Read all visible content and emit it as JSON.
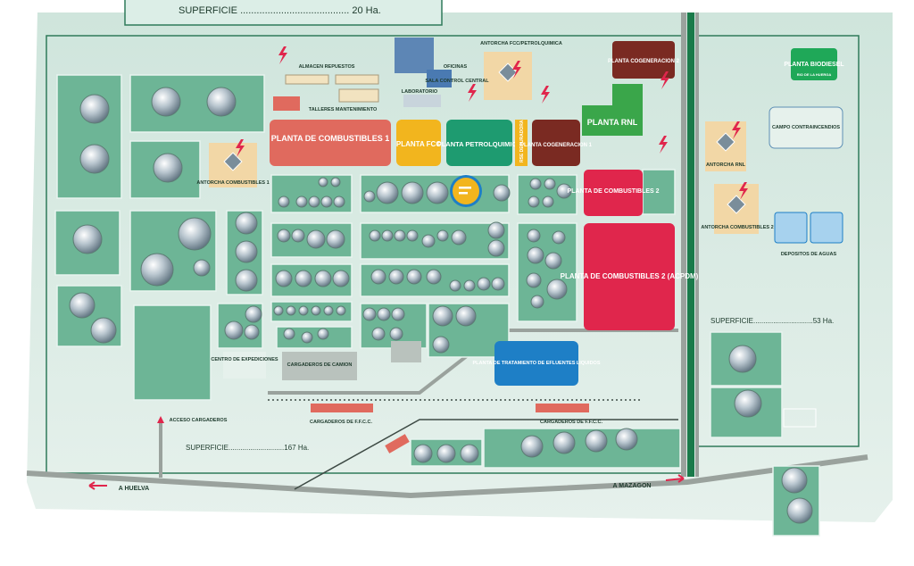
{
  "header": {
    "top_superficie": "SUPERFICIE ........................................ 20 Ha."
  },
  "colors": {
    "map_ground": "#cfe5dc",
    "tank_area": "#6db596",
    "road": "#8d948f",
    "railway": "#3d4a44",
    "fuel_plant_1": "#e06a5e",
    "fcc_plant": "#f2b51e",
    "petrochemical_plant": "#1e9b70",
    "cogeneration": "#7a2a22",
    "rnl_plant": "#3aa64a",
    "fuel_plant_2": "#e0264c",
    "effluent_plant": "#1e7fc6",
    "biodiesel": "#1fa858",
    "water_tanks": "#a7d2ee",
    "flare_box": "#f2d7a6",
    "pin": "#f2b51e"
  },
  "plants": {
    "combustibles_1": "PLANTA DE COMBUSTIBLES 1",
    "fcc": "PLANTA FCC",
    "petroquimica": "PLANTA PETROLQUIMICA",
    "vertical_strip": "RSE DEPURADORA",
    "cogeneracion_1": "PLANTA COGENERACION 1",
    "cogeneracion_2": "PLANTA COGENERACION 2",
    "rnl": "PLANTA RNL",
    "combustibles_2_small": "PLANTA DE COMBUSTIBLES 2",
    "combustibles_2_acpdm": "PLANTA DE COMBUSTIBLES 2 (ACPDM)",
    "tratamiento_efluentes": "PLANTA DE TRATAMIENTO DE EFLUENTES LIQUIDOS",
    "biodiesel": "PLANTA BIODIESEL",
    "biodiesel_sub": "RIO DE LA HUERGA"
  },
  "facilities": {
    "almacen": "ALMACEN REPUESTOS",
    "talleres": "TALLERES MANTENIMIENTO",
    "oficinas": "OFICINAS",
    "sala_control": "SALA CONTROL CENTRAL",
    "laboratorio": "LABORATORIO",
    "antorcha_fcc": "ANTORCHA FCC/PETROLQUIMICA",
    "antorcha_comb1": "ANTORCHA COMBUSTIBLES 1",
    "antorcha_rnl": "ANTORCHA RNL",
    "antorcha_comb2": "ANTORCHA COMBUSTIBLES 2",
    "campo_contraincendios": "CAMPO CONTRAINCENDIOS",
    "depositos_aguas": "DEPOSITOS DE AGUAS",
    "centro_expediciones": "CENTRO DE EXPEDICIONES",
    "cargaderos_camion": "CARGADEROS DE CAMION",
    "acceso_cargaderos": "ACCESO CARGADEROS",
    "cargaderos_ffcc_1": "CARGADEROS DE F.F.C.C.",
    "cargaderos_ffcc_2": "CARGADEROS DE F.F.C.C."
  },
  "areas": {
    "superficie_main": "SUPERFICIE............................167 Ha.",
    "superficie_east": "SUPERFICIE..............................53 Ha."
  },
  "directions": {
    "huelva": "A HUELVA",
    "mazagon": "A MAZAGON"
  },
  "pin": {
    "icon": "message-pin-icon"
  }
}
